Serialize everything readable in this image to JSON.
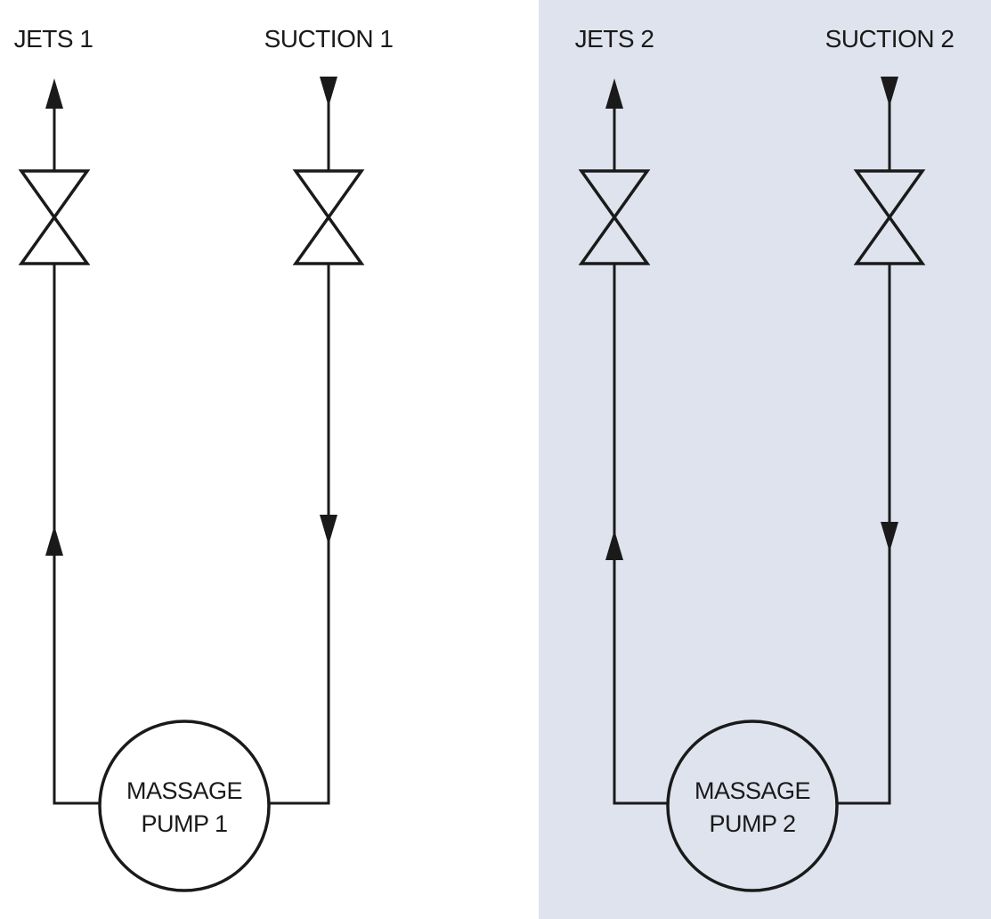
{
  "colors": {
    "background": "#ffffff",
    "panel_2_background": "#dfe3ee",
    "line": "#1a1a1a"
  },
  "circuits": [
    {
      "jets_label": "JETS 1",
      "suction_label": "SUCTION 1",
      "pump_line_1": "MASSAGE",
      "pump_line_2": "PUMP 1"
    },
    {
      "jets_label": "JETS 2",
      "suction_label": "SUCTION 2",
      "pump_line_1": "MASSAGE",
      "pump_line_2": "PUMP 2"
    }
  ]
}
